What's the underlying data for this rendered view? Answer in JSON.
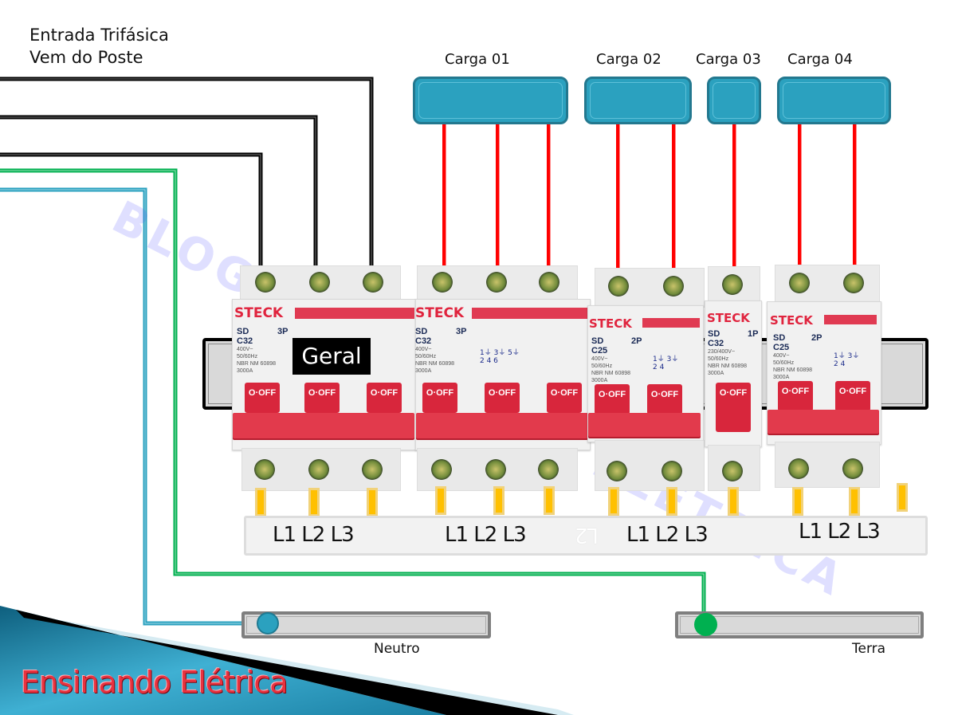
{
  "header": {
    "line1": "Entrada Trifásica",
    "line2": "Vem do Poste"
  },
  "loads": [
    {
      "label": "Carga 01",
      "phases": 3
    },
    {
      "label": "Carga 02",
      "phases": 2
    },
    {
      "label": "Carga 03",
      "phases": 1
    },
    {
      "label": "Carga 04",
      "phases": 2
    }
  ],
  "breakers": [
    {
      "brand": "STECK",
      "model": "SD",
      "curve": "C32",
      "poles": "3P",
      "specs": [
        "400V~",
        "50/60Hz",
        "NBR NM 60898",
        "3000A"
      ],
      "toggle_label": "O·OFF",
      "tag": "Geral"
    },
    {
      "brand": "STECK",
      "model": "SD",
      "curve": "C32",
      "poles": "3P",
      "specs": [
        "400V~",
        "50/60Hz",
        "NBR NM 60898",
        "3000A"
      ],
      "toggle_label": "O·OFF"
    },
    {
      "brand": "STECK",
      "model": "SD",
      "curve": "C25",
      "poles": "2P",
      "specs": [
        "400V~",
        "50/60Hz",
        "NBR NM 60898",
        "3000A"
      ],
      "toggle_label": "O·OFF"
    },
    {
      "brand": "STECK",
      "model": "SD",
      "curve": "C32",
      "poles": "1P",
      "specs": [
        "230/400V~",
        "50/60Hz",
        "NBR NM 60898",
        "3000A"
      ],
      "toggle_label": "O·OFF"
    },
    {
      "brand": "STECK",
      "model": "SD",
      "curve": "C25",
      "poles": "2P",
      "specs": [
        "400V~",
        "50/60Hz",
        "NBR NM 60898",
        "3000A"
      ],
      "toggle_label": "O·OFF"
    }
  ],
  "busbar": {
    "groups": [
      "L1 L2 L3",
      "L1 L2 L3",
      "L1 L2 L3",
      "L1 L2 L3"
    ],
    "mirrored_mark": "L2"
  },
  "bars": {
    "neutral": "Neutro",
    "ground": "Terra"
  },
  "wire_colors": {
    "phase_in": "#000000",
    "phase_out": "#ff0000",
    "neutral": "#2ba1bf",
    "ground": "#00b050"
  },
  "watermark": "BLOG ENSINANDO ELÉTRICA",
  "brand": "Ensinando Elétrica"
}
